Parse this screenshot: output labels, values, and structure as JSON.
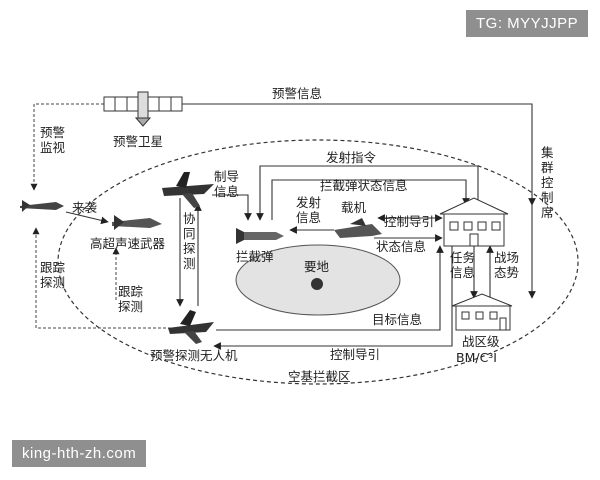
{
  "watermarks": {
    "top": "TG: MYYJJPP",
    "bottom": "king-hth-zh.com"
  },
  "labels": {
    "warning_info": "预警信息",
    "satellite": "预警卫星",
    "warning_monitor": "预警\n监视",
    "incoming": "来袭",
    "hypersonic": "高超声速武器",
    "tracking_left": "跟踪\n探测",
    "tracking_inner": "跟踪\n探测",
    "guidance_info": "制导\n信息",
    "cooperative": "协\n同\n探\n测",
    "launch_cmd": "发射指令",
    "interceptor_status": "拦截弹状态信息",
    "launch_info": "发射\n信息",
    "carrier": "载机",
    "control_guidance_inner": "控制导引",
    "interceptor": "拦截弹",
    "status_info": "状态信息",
    "key_area": "要地",
    "task_info": "任务\n信息",
    "battlefield": "战场\n态势",
    "command_post": "集\n群\n控\n制\n席",
    "target_info": "目标信息",
    "control_guidance_outer": "控制导引",
    "theater": "战区级",
    "bmc3i": "BM/C³I",
    "uav": "预警探测无人机",
    "zone": "空基拦截区"
  }
}
